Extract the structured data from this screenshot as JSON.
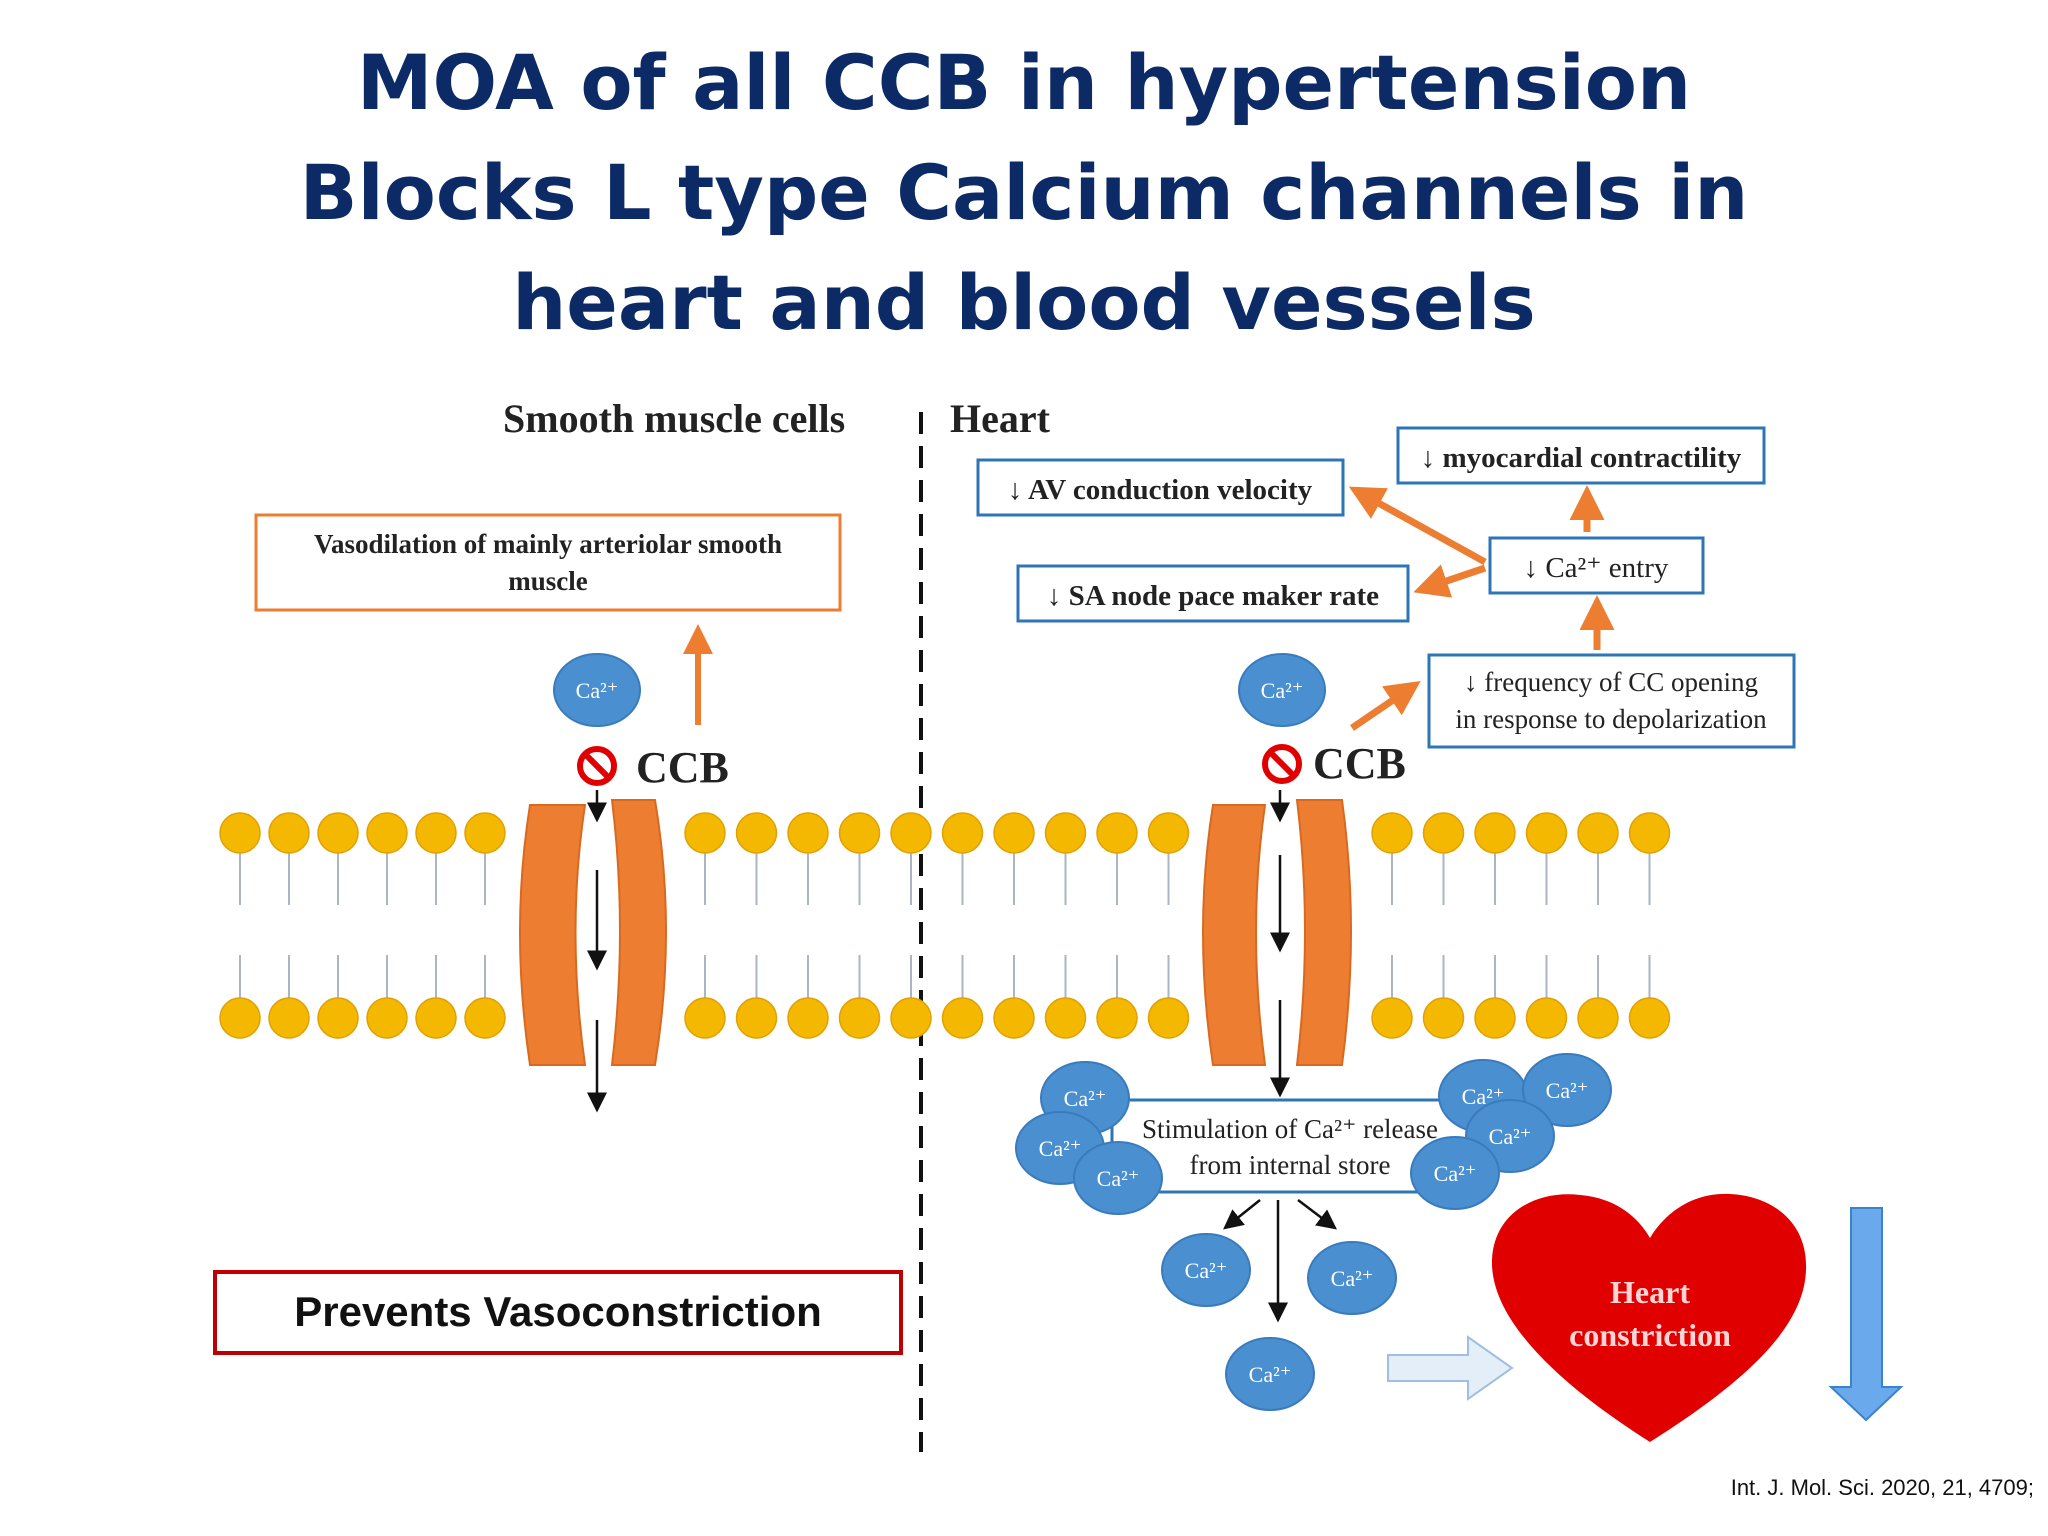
{
  "title": {
    "line1": "MOA of all CCB in hypertension",
    "line2": "Blocks L type Calcium channels in",
    "line3": "heart and blood vessels"
  },
  "sections": {
    "left": "Smooth muscle cells",
    "right": "Heart"
  },
  "labels": {
    "vasodilation_line1": "Vasodilation  of mainly  arteriolar  smooth",
    "vasodilation_line2": "muscle",
    "ccb": "CCB",
    "ca_ion": "Ca²⁺",
    "av_conduction": "↓ AV conduction velocity",
    "myocardial": "↓ myocardial  contractility",
    "sa_node": "↓ SA node pace maker rate",
    "ca_entry": "↓ Ca²⁺  entry",
    "frequency_line1": "↓ frequency  of CC opening",
    "frequency_line2": "in response to depolarization",
    "stimulation_line1": "Stimulation of Ca²⁺ release",
    "stimulation_line2": "from internal store",
    "heart_line1": "Heart",
    "heart_line2": "constriction",
    "prevents": "Prevents Vasoconstriction"
  },
  "citation": "Int. J. Mol. Sci. 2020, 21, 4709;",
  "colors": {
    "title": "#0c2a66",
    "orange": "#ed7d31",
    "blue_box": "#2e75b6",
    "ion": "#4a90d0",
    "lipid": "#f5b800",
    "heart": "#e00000",
    "red_box": "#c00000",
    "down_arrow": "#6aa9ec"
  }
}
